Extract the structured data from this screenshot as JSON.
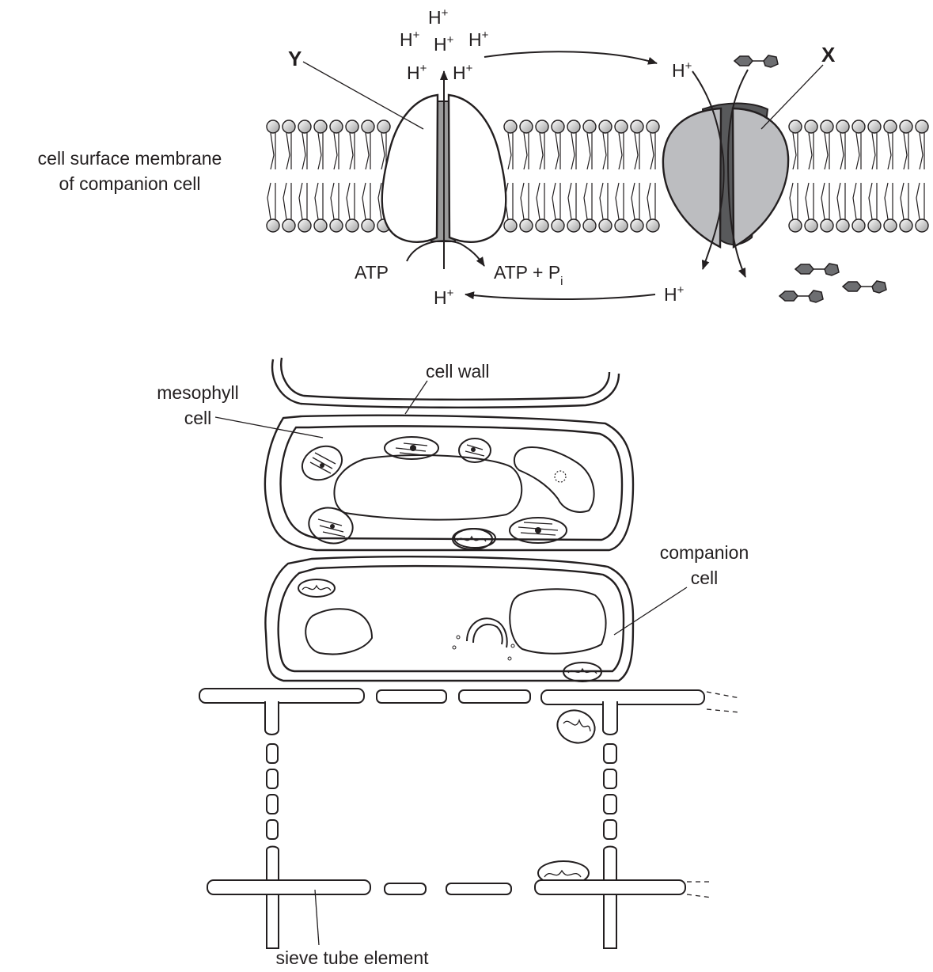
{
  "membrane_diagram": {
    "membrane_label_line1": "cell surface membrane",
    "membrane_label_line2": "of companion cell",
    "label_y": "Y",
    "label_x": "X",
    "proton": "H",
    "proton_charge": "+",
    "atp": "ATP",
    "atp_products": "ATP + P",
    "phosphate_subscript": "i"
  },
  "cell_diagram": {
    "cell_wall": "cell wall",
    "mesophyll_line1": "mesophyll",
    "mesophyll_line2": "cell",
    "companion_line1": "companion",
    "companion_line2": "cell",
    "sieve_tube": "sieve tube element"
  },
  "colors": {
    "ink": "#231f20",
    "membrane_head": "#c8c8c8",
    "pump_channel": "#9a9a9a",
    "transporter_body": "#bcbdc0",
    "transporter_dark": "#58595b",
    "sucrose": "#6d6e71"
  }
}
